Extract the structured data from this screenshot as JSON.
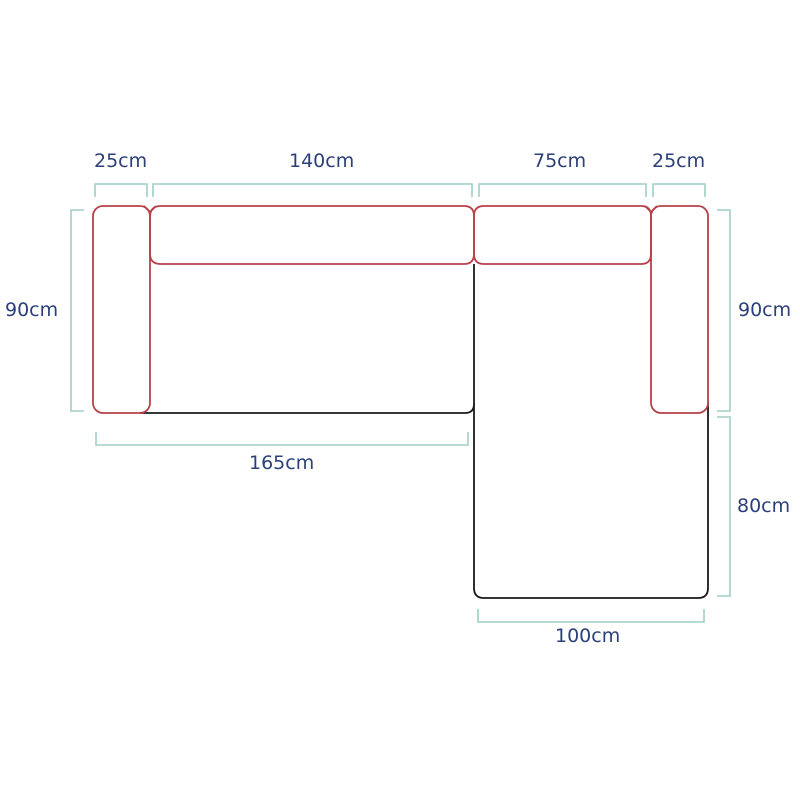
{
  "diagram": {
    "type": "sofa-dimensions-plan",
    "colors": {
      "cushion_outline": "#b8404a",
      "frame_outline": "#1a1a1a",
      "dimension_line": "#9fcfc6",
      "label_text": "#2b3f7a"
    },
    "dimensions": {
      "top_left_arm": "25cm",
      "top_main_back": "140cm",
      "top_chaise_back": "75cm",
      "top_right_arm": "25cm",
      "left_depth": "90cm",
      "right_depth": "90cm",
      "right_chaise_extension": "80cm",
      "bottom_main_length": "165cm",
      "bottom_chaise_width": "100cm"
    }
  }
}
